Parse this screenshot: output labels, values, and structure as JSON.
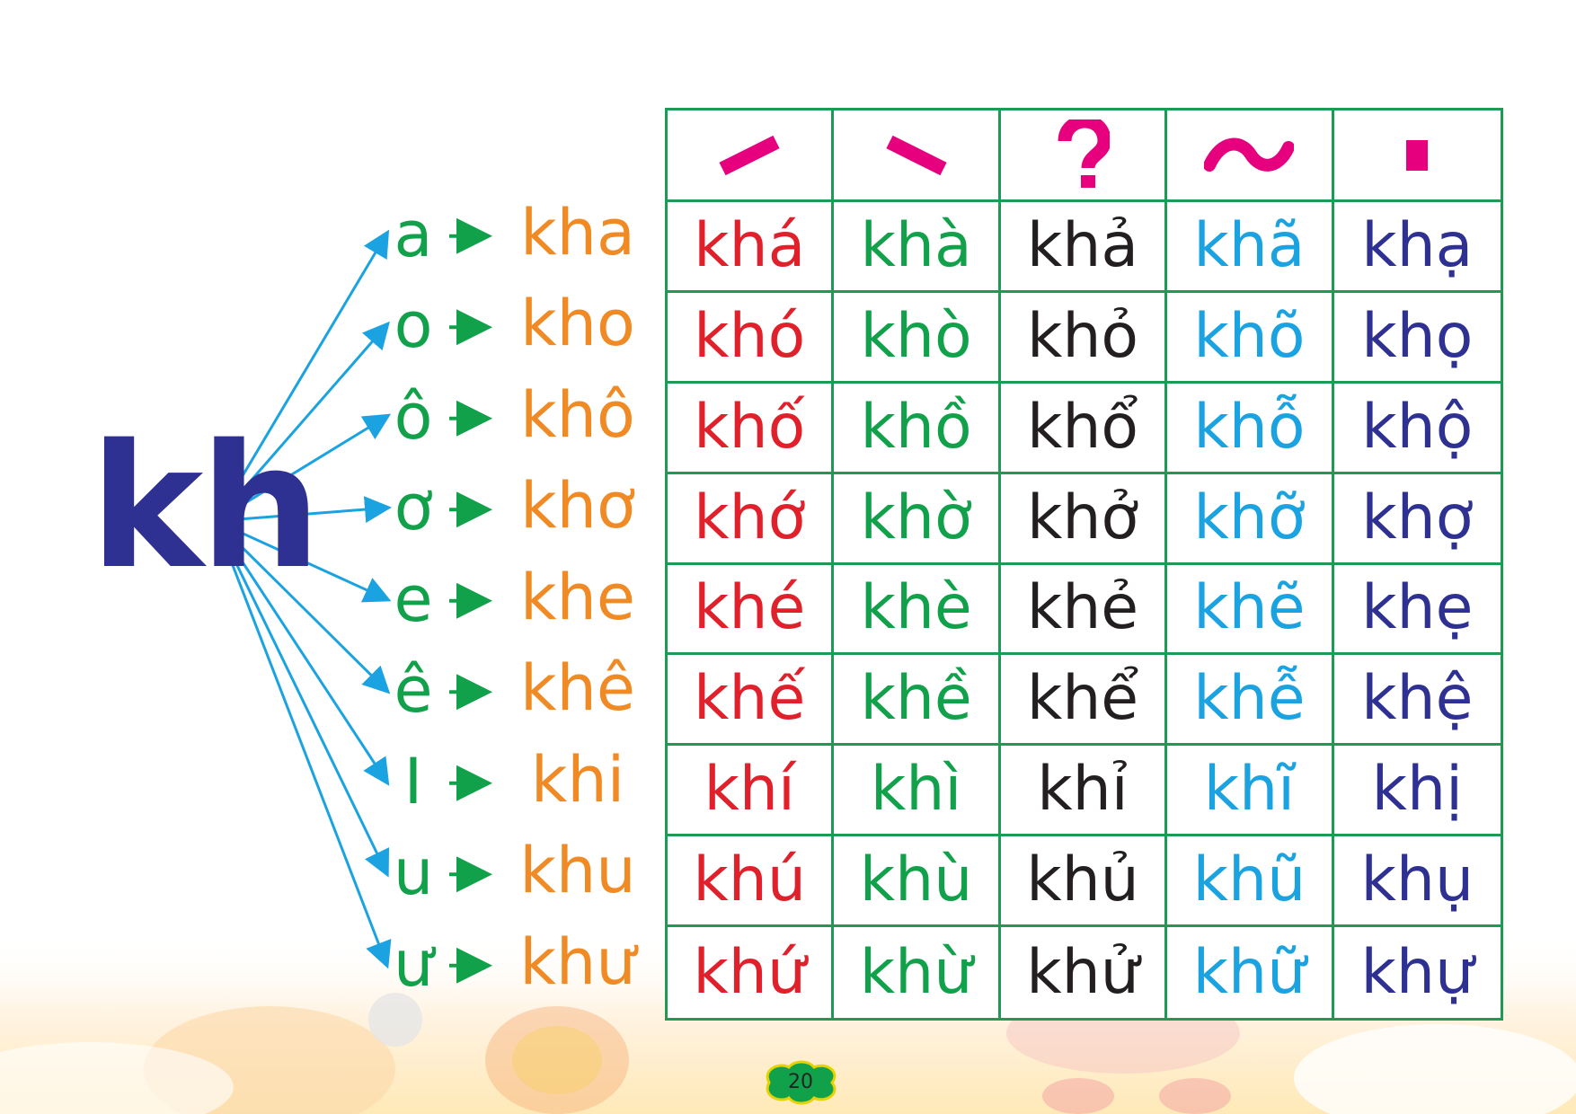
{
  "consonant": "kh",
  "rows": [
    {
      "vowel": "a",
      "syllable": "kha"
    },
    {
      "vowel": "o",
      "syllable": "kho"
    },
    {
      "vowel": "ô",
      "syllable": "khô"
    },
    {
      "vowel": "ơ",
      "syllable": "khơ"
    },
    {
      "vowel": "e",
      "syllable": "khe"
    },
    {
      "vowel": "ê",
      "syllable": "khê"
    },
    {
      "vowel": "I",
      "syllable": "khi"
    },
    {
      "vowel": "u",
      "syllable": "khu"
    },
    {
      "vowel": "ư",
      "syllable": "khư"
    }
  ],
  "tone_marks": [
    "sac-mark-icon",
    "huyen-mark-icon",
    "hoi-mark-icon",
    "nga-mark-icon",
    "nang-mark-icon"
  ],
  "tone_table": [
    [
      "khá",
      "khà",
      "khả",
      "khã",
      "khạ"
    ],
    [
      "khó",
      "khò",
      "khỏ",
      "khõ",
      "khọ"
    ],
    [
      "khố",
      "khồ",
      "khổ",
      "khỗ",
      "khộ"
    ],
    [
      "khớ",
      "khờ",
      "khở",
      "khỡ",
      "khợ"
    ],
    [
      "khé",
      "khè",
      "khẻ",
      "khẽ",
      "khẹ"
    ],
    [
      "khế",
      "khề",
      "khể",
      "khễ",
      "khệ"
    ],
    [
      "khí",
      "khì",
      "khỉ",
      "khĩ",
      "khị"
    ],
    [
      "khú",
      "khù",
      "khủ",
      "khũ",
      "khụ"
    ],
    [
      "khứ",
      "khừ",
      "khử",
      "khữ",
      "khự"
    ]
  ],
  "page_number": "20",
  "colors": {
    "consonant": "#2e3192",
    "vowel": "#12a14b",
    "syllable": "#f08a24",
    "grid": "#1f9a55",
    "tone_mark": "#e6007e",
    "arrow": "#1aa3e0",
    "column_text": [
      "#e0202a",
      "#12a14b",
      "#231f20",
      "#1aa3e0",
      "#2e3192"
    ]
  }
}
